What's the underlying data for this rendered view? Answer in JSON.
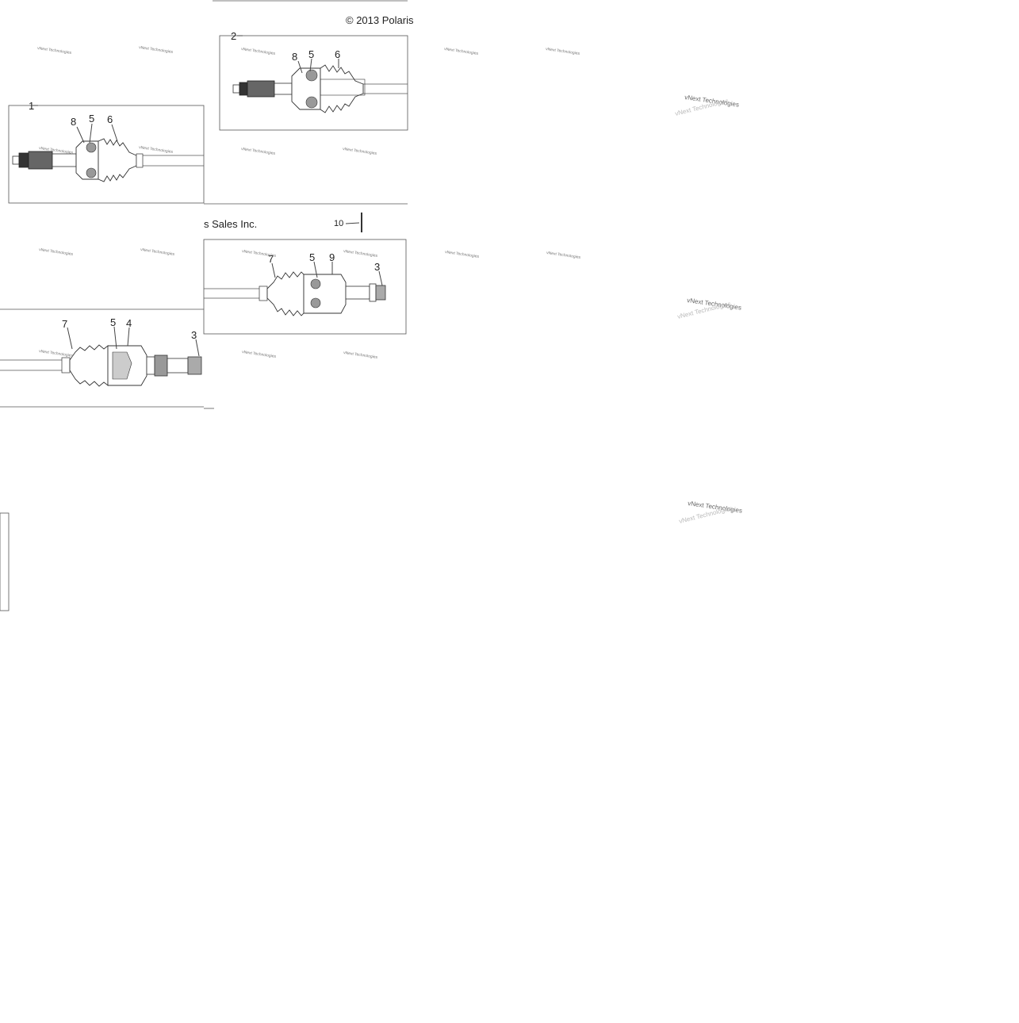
{
  "copyright_fragment": "© 2013 Polaris",
  "sales_fragment": "s Sales Inc.",
  "watermark_small": "vNext Technologies",
  "watermark_large": "vNext Technologies",
  "callouts": {
    "a1": "1",
    "a8": "8",
    "a5": "5",
    "a6": "6",
    "b2": "2",
    "b8": "8",
    "b5": "5",
    "b6": "6",
    "c10": "10",
    "d7": "7",
    "d5": "5",
    "d9": "9",
    "d3": "3",
    "e7": "7",
    "e5": "5",
    "e4": "4",
    "e3": "3"
  }
}
